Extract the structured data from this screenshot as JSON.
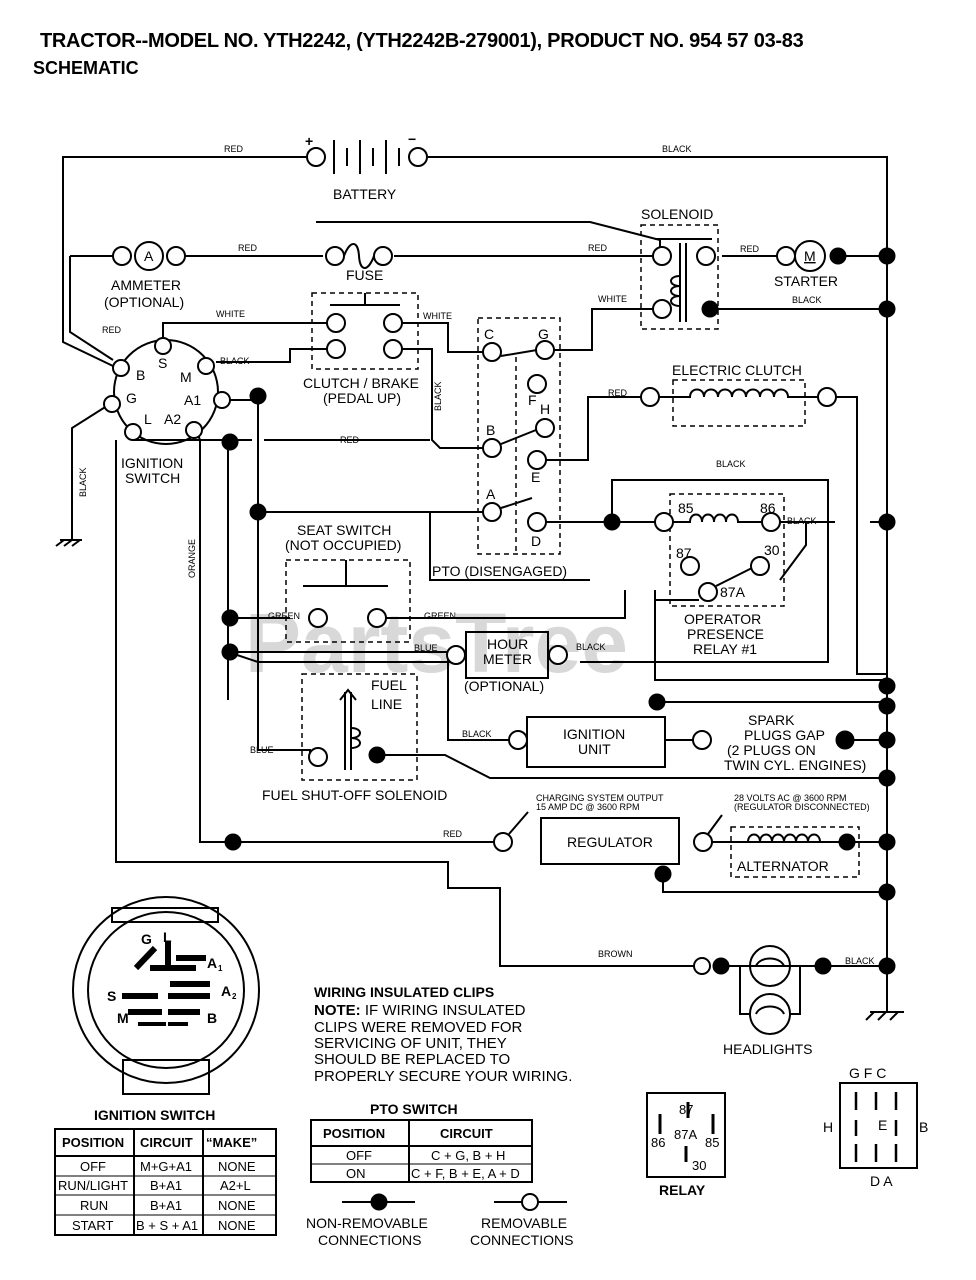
{
  "header": {
    "title": "TRACTOR--MODEL NO. YTH2242, (YTH2242B-279001), PRODUCT NO. 954 57 03-83",
    "subtitle": "SCHEMATIC"
  },
  "components": {
    "battery": "BATTERY",
    "battery_plus": "+",
    "battery_minus": "−",
    "solenoid": "SOLENOID",
    "ammeter_symbol": "A",
    "ammeter": "AMMETER",
    "ammeter_optional": "(OPTIONAL)",
    "fuse": "FUSE",
    "starter_symbol": "M",
    "starter": "STARTER",
    "clutch_brake_1": "CLUTCH / BRAKE",
    "clutch_brake_2": "(PEDAL UP)",
    "electric_clutch": "ELECTRIC CLUTCH",
    "ignition_switch_1": "IGNITION",
    "ignition_switch_2": "SWITCH",
    "seat_switch_1": "SEAT SWITCH",
    "seat_switch_2": "(NOT OCCUPIED)",
    "pto": "PTO (DISENGAGED)",
    "hour_meter_1": "HOUR",
    "hour_meter_2": "METER",
    "hour_meter_optional": "(OPTIONAL)",
    "relay_1": "OPERATOR",
    "relay_2": "PRESENCE",
    "relay_3": "RELAY #1",
    "fuel_line_1": "FUEL",
    "fuel_line_2": "LINE",
    "fuel_solenoid": "FUEL SHUT-OFF SOLENOID",
    "ignition_unit_1": "IGNITION",
    "ignition_unit_2": "UNIT",
    "spark_1": "SPARK",
    "spark_2": "PLUGS GAP",
    "spark_3": "(2 PLUGS ON",
    "spark_4": "TWIN CYL. ENGINES)",
    "charging_1": "CHARGING SYSTEM OUTPUT",
    "charging_2": "15 AMP DC @ 3600 RPM",
    "ac_1": "28 VOLTS AC @ 3600 RPM",
    "ac_2": "(REGULATOR DISCONNECTED)",
    "regulator": "REGULATOR",
    "alternator": "ALTERNATOR",
    "headlights": "HEADLIGHTS"
  },
  "terminals": {
    "ign_s": "S",
    "ign_b": "B",
    "ign_m": "M",
    "ign_g": "G",
    "ign_l": "L",
    "ign_a1": "A1",
    "ign_a2": "A2",
    "pto_c": "C",
    "pto_g": "G",
    "pto_f": "F",
    "pto_h": "H",
    "pto_b": "B",
    "pto_e": "E",
    "pto_a": "A",
    "pto_d": "D",
    "relay_85": "85",
    "relay_86": "86",
    "relay_87": "87",
    "relay_30": "30",
    "relay_87a": "87A"
  },
  "wire_labels": {
    "red": "RED",
    "black": "BLACK",
    "white": "WHITE",
    "green": "GREEN",
    "blue": "BLUE",
    "orange": "ORANGE",
    "brown": "BROWN"
  },
  "watermark": "PartsTree",
  "ignition_switch_face": {
    "g": "G",
    "l": "L",
    "a1": "A",
    "a1_sub": "1",
    "a2": "A",
    "a2_sub": "2",
    "s": "S",
    "m": "M",
    "b": "B"
  },
  "ignition_switch_table": {
    "title": "IGNITION SWITCH",
    "headers": [
      "POSITION",
      "CIRCUIT",
      "“MAKE”"
    ],
    "rows": [
      [
        "OFF",
        "M+G+A1",
        "NONE"
      ],
      [
        "RUN/LIGHT",
        "B+A1",
        "A2+L"
      ],
      [
        "RUN",
        "B+A1",
        "NONE"
      ],
      [
        "START",
        "B + S + A1",
        "NONE"
      ]
    ]
  },
  "pto_switch_table": {
    "title": "PTO SWITCH",
    "headers": [
      "POSITION",
      "CIRCUIT"
    ],
    "rows": [
      [
        "OFF",
        "C + G, B + H"
      ],
      [
        "ON",
        "C + F, B + E, A + D"
      ]
    ]
  },
  "note": {
    "heading": "WIRING INSULATED CLIPS",
    "note_label": "NOTE:",
    "lines": [
      " IF WIRING INSULATED",
      "CLIPS WERE REMOVED FOR",
      "SERVICING OF UNIT, THEY",
      "SHOULD BE REPLACED TO",
      "PROPERLY SECURE YOUR WIRING."
    ]
  },
  "legend": {
    "non_removable_1": "NON-REMOVABLE",
    "non_removable_2": "CONNECTIONS",
    "removable_1": "REMOVABLE",
    "removable_2": "CONNECTIONS"
  },
  "relay_diagram": {
    "label": "RELAY",
    "pins": [
      "87",
      "87A",
      "86",
      "85",
      "30"
    ]
  },
  "pto_pinout": {
    "top": "G F C",
    "left": "H",
    "right": "B",
    "center": "E",
    "bottom": "D A"
  }
}
